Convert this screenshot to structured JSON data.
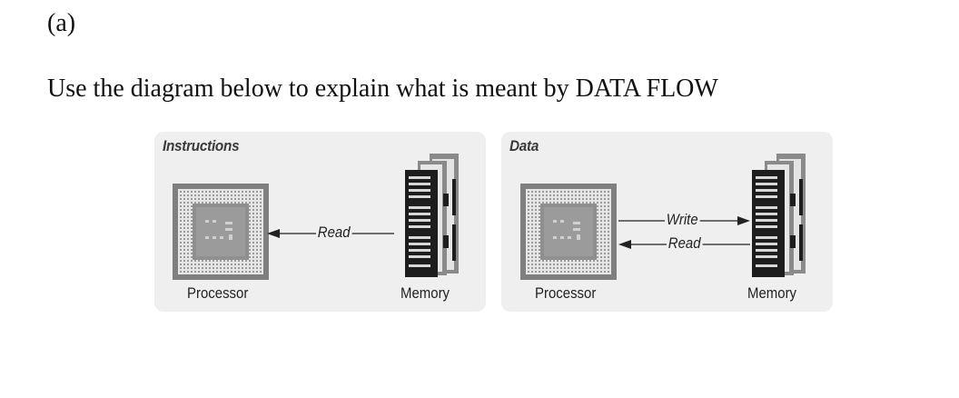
{
  "question": {
    "part_label": "(a)",
    "prompt": "Use the diagram below to explain what is meant by DATA FLOW"
  },
  "diagram": {
    "panels": [
      {
        "title": "Instructions",
        "processor_label": "Processor",
        "memory_label": "Memory",
        "flows": [
          {
            "label": "Read",
            "direction": "memory-to-processor"
          }
        ]
      },
      {
        "title": "Data",
        "processor_label": "Processor",
        "memory_label": "Memory",
        "flows": [
          {
            "label": "Write",
            "direction": "processor-to-memory"
          },
          {
            "label": "Read",
            "direction": "memory-to-processor"
          }
        ]
      }
    ]
  }
}
